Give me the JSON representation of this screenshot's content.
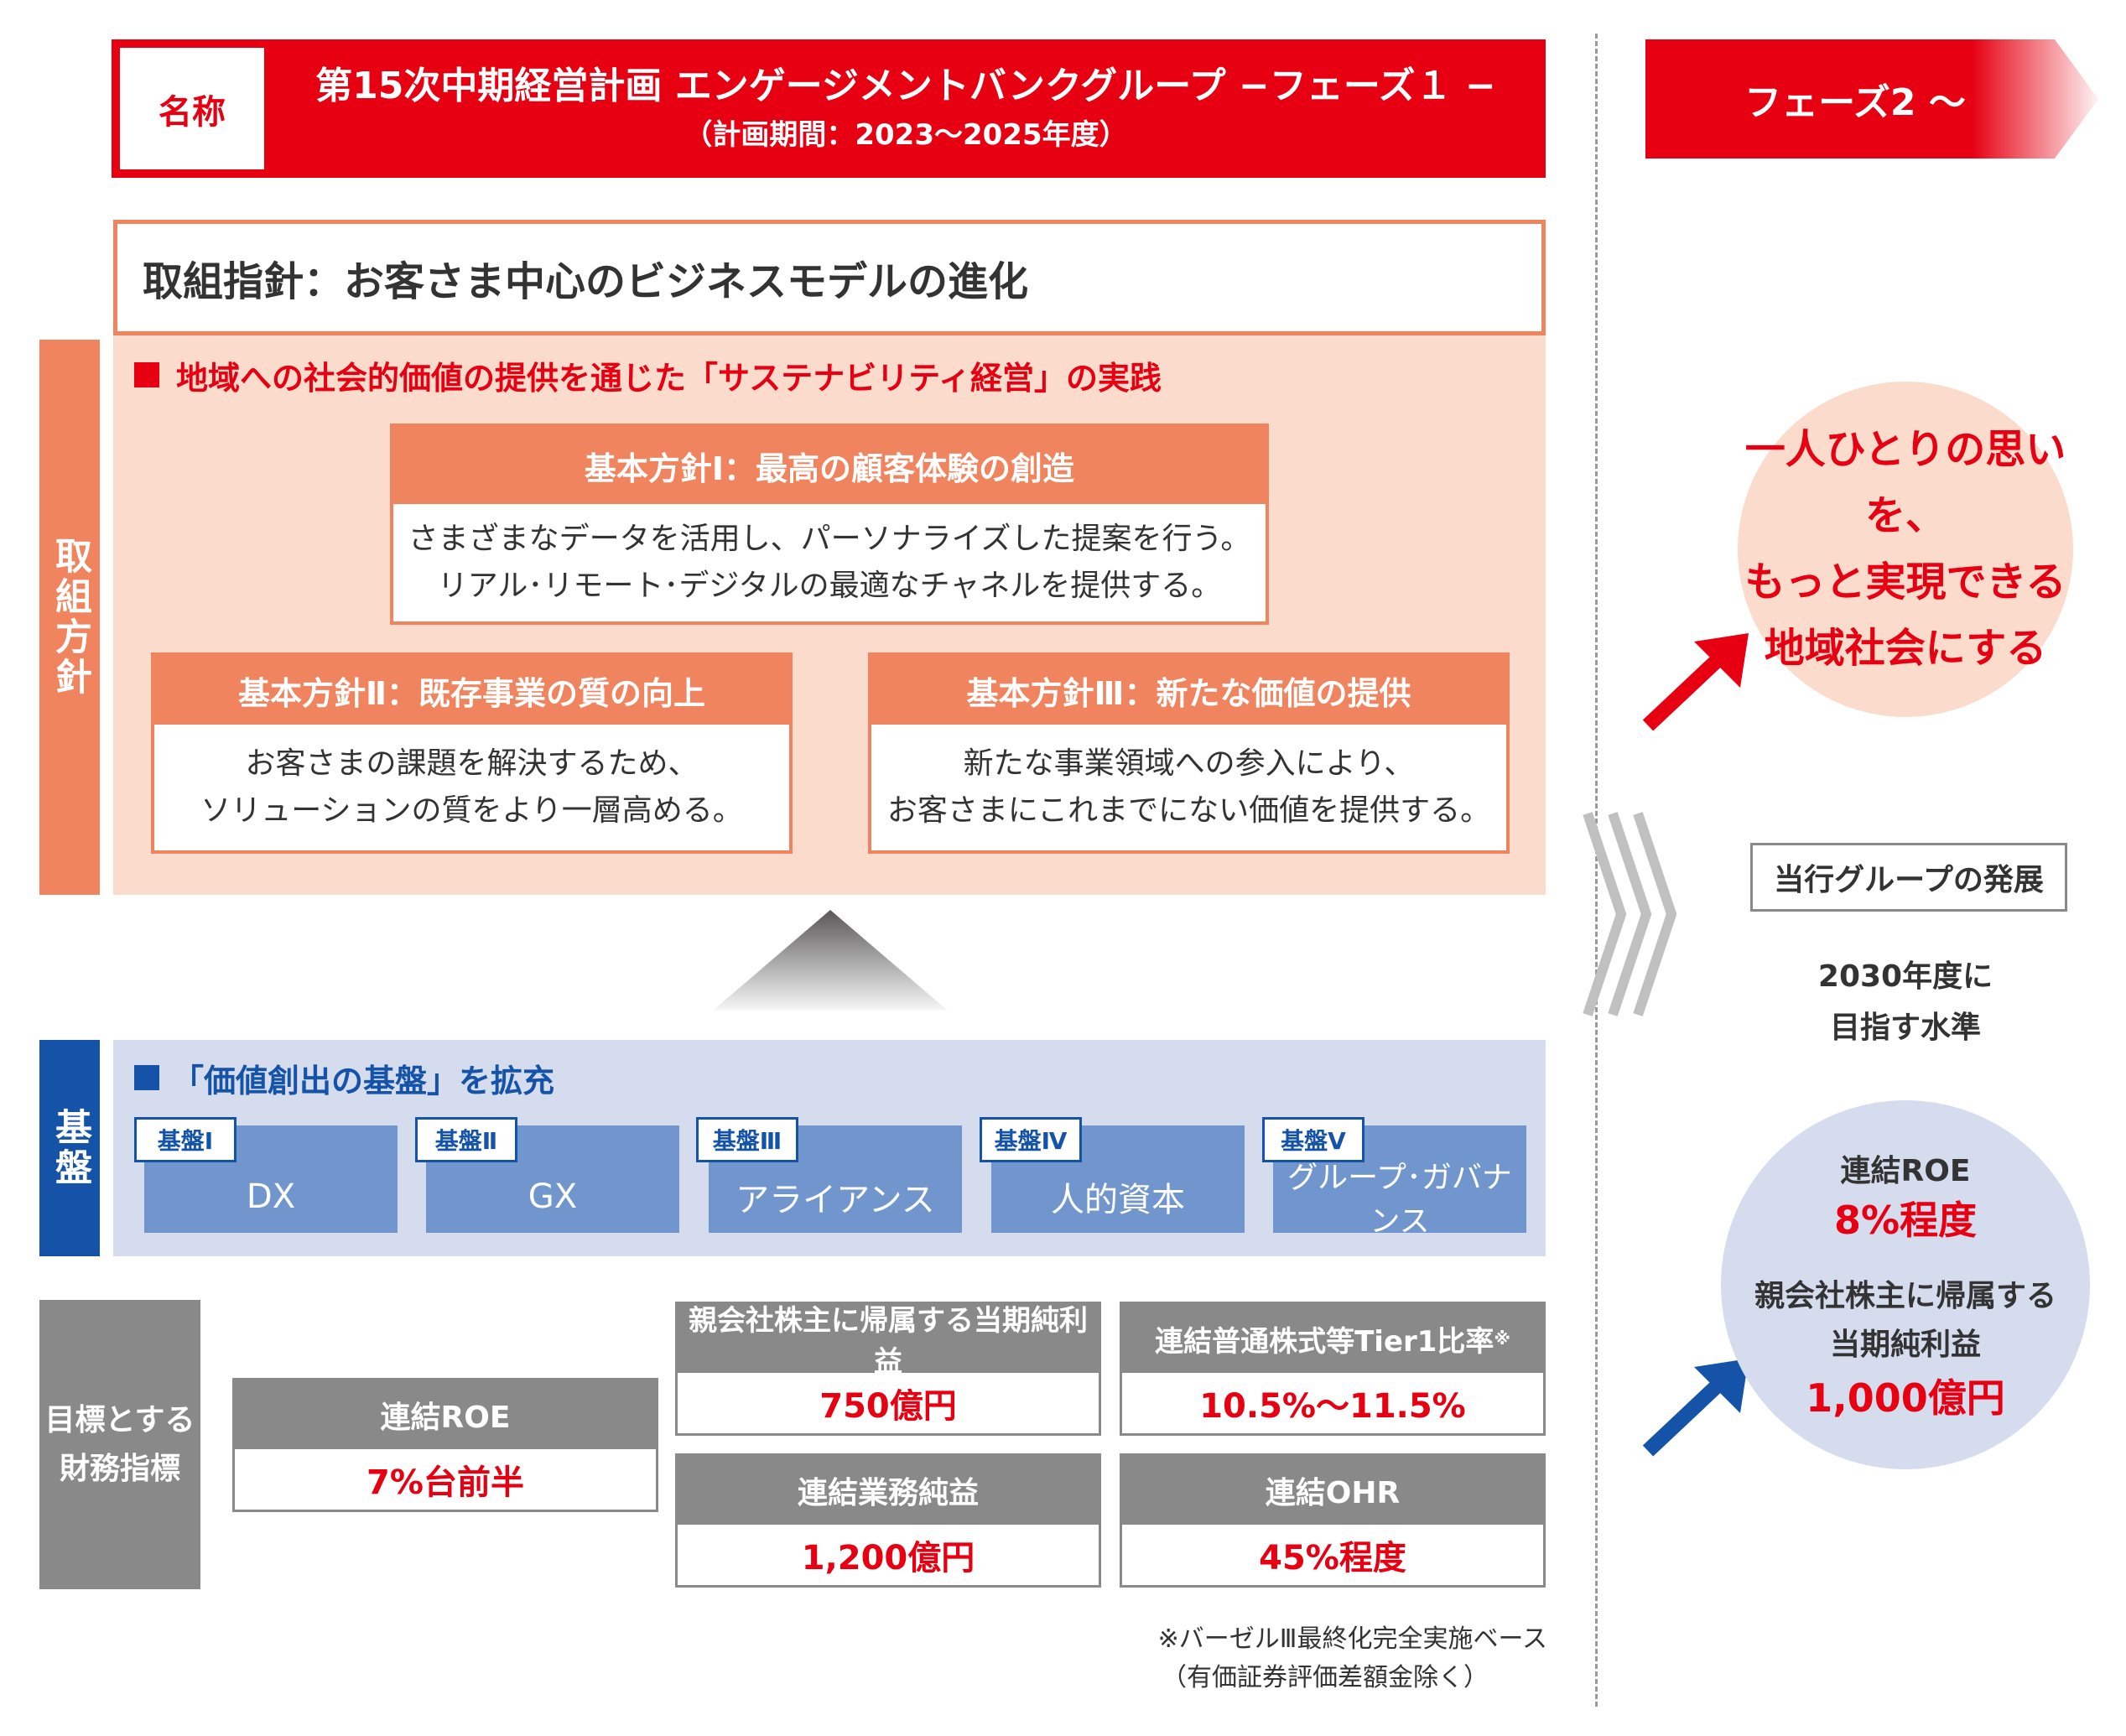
{
  "header": {
    "name_label": "名称",
    "title": "第15次中期経営計画 エンゲージメントバンクグループ −フェーズ１ −",
    "period": "（計画期間：2023〜2025年度）",
    "phase2": "フェーズ2 〜"
  },
  "policy": {
    "main": "取組指針：お客さま中心のビジネスモデルの進化",
    "side_label": "取組方針",
    "heading": "地域への社会的価値の提供を通じた「サステナビリティ経営」の実践",
    "items": [
      {
        "title": "基本方針Ⅰ：最高の顧客体験の創造",
        "lines": [
          "さまざまなデータを活用し、パーソナライズした提案を行う。",
          "リアル･リモート･デジタルの最適なチャネルを提供する。"
        ]
      },
      {
        "title": "基本方針Ⅱ：既存事業の質の向上",
        "lines": [
          "お客さまの課題を解決するため、",
          "ソリューションの質をより一層高める。"
        ]
      },
      {
        "title": "基本方針Ⅲ：新たな価値の提供",
        "lines": [
          "新たな事業領域への参入により、",
          "お客さまにこれまでにない価値を提供する。"
        ]
      }
    ]
  },
  "base": {
    "side_label": "基盤",
    "heading": "「価値創出の基盤」を拡充",
    "items": [
      {
        "tag": "基盤Ⅰ",
        "label": "DX"
      },
      {
        "tag": "基盤Ⅱ",
        "label": "GX"
      },
      {
        "tag": "基盤Ⅲ",
        "label": "アライアンス"
      },
      {
        "tag": "基盤Ⅳ",
        "label": "人的資本"
      },
      {
        "tag": "基盤Ⅴ",
        "label": "グループ･ガバナンス"
      }
    ]
  },
  "targets": {
    "side_label_1": "目標とする",
    "side_label_2": "財務指標",
    "items": [
      {
        "label": "連結ROE",
        "value": "7%台前半"
      },
      {
        "label": "親会社株主に帰属する当期純利益",
        "value": "750億円"
      },
      {
        "label": "連結普通株式等Tier1比率",
        "note_mark": "※",
        "value": "10.5%〜11.5%"
      },
      {
        "label": "連結業務純益",
        "value": "1,200億円"
      },
      {
        "label": "連結OHR",
        "value": "45%程度"
      }
    ],
    "footnote_1": "※バーゼルⅢ最終化完全実施ベース",
    "footnote_2": "（有価証券評価差額金除く）"
  },
  "vision": {
    "lines": [
      "一人ひとりの思いを、",
      "もっと実現できる",
      "地域社会にする"
    ]
  },
  "development": {
    "label": "当行グループの発展",
    "target_line_1": "2030年度に",
    "target_line_2": "目指す水準",
    "roe_label": "連結ROE",
    "roe_value": "8%程度",
    "profit_label_1": "親会社株主に帰属する",
    "profit_label_2": "当期純利益",
    "profit_value": "1,000億円"
  },
  "colors": {
    "red": "#e60012",
    "orange": "#f0845e",
    "peach": "#fbdccc",
    "blue": "#1553a8",
    "light_blue": "#d4dcee",
    "gray": "#898989"
  }
}
